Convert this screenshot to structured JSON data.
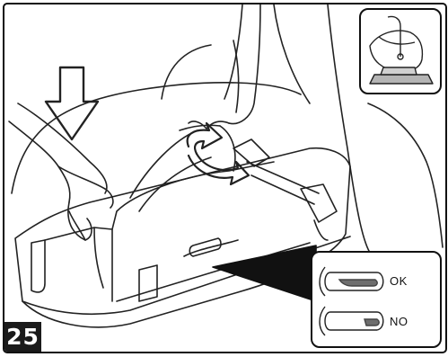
{
  "step": {
    "number": "25"
  },
  "indicator": {
    "ok_label": "OK",
    "no_label": "NO",
    "ok_color": "#6e6e6e",
    "no_color": "#6e6e6e"
  },
  "icons": [
    "down-arrow-icon",
    "rotate-arrow-icon",
    "car-seat-thumbnail-icon"
  ]
}
